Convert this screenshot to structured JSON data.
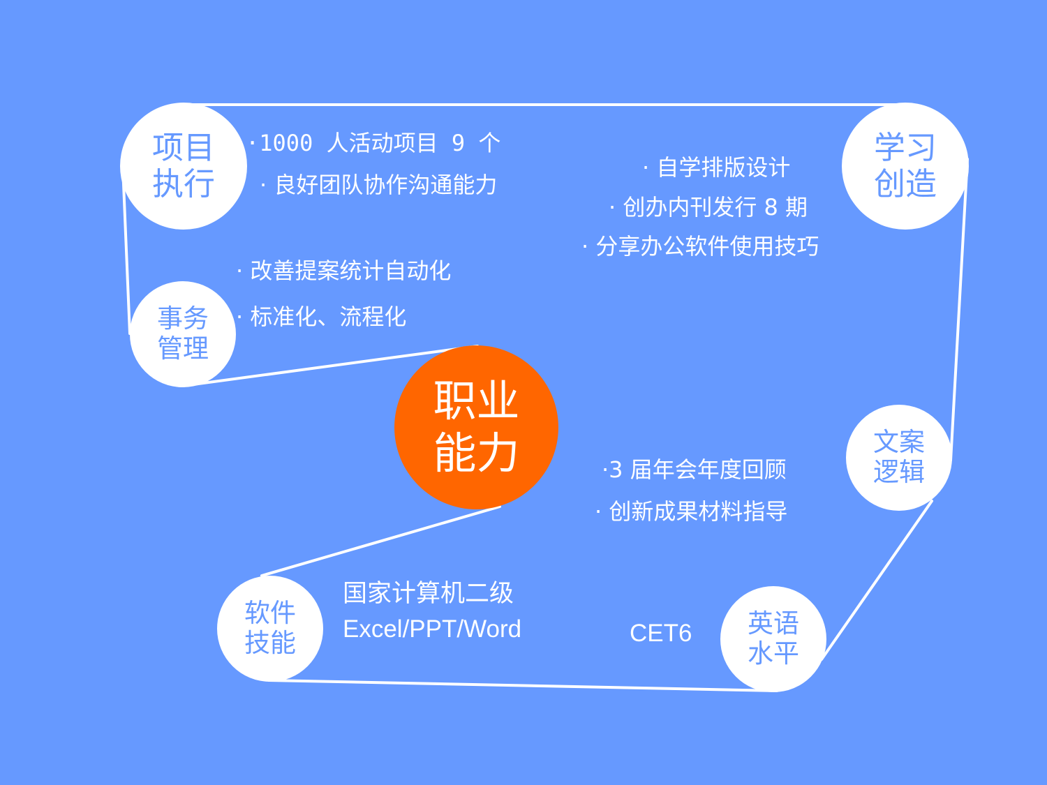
{
  "colors": {
    "background": "#6699ff",
    "node_fill": "#ffffff",
    "node_text": "#6699ff",
    "center_fill": "#ff6600",
    "text": "#ffffff"
  },
  "center": {
    "line1": "职业",
    "line2": "能力"
  },
  "nodes": {
    "project": {
      "line1": "项目",
      "line2": "执行"
    },
    "affairs": {
      "line1": "事务",
      "line2": "管理"
    },
    "learning": {
      "line1": "学习",
      "line2": "创造"
    },
    "copywriting": {
      "line1": "文案",
      "line2": "逻辑"
    },
    "english": {
      "line1": "英语",
      "line2": "水平"
    },
    "software": {
      "line1": "软件",
      "line2": "技能"
    }
  },
  "bullets": {
    "project": [
      "·1000 人活动项目 9 个",
      "· 良好团队协作沟通能力"
    ],
    "affairs": [
      "· 改善提案统计自动化",
      "· 标准化、流程化"
    ],
    "learning": [
      "· 自学排版设计",
      "· 创办内刊发行 8 期",
      "· 分享办公软件使用技巧"
    ],
    "copywriting": [
      "·3 届年会年度回顾",
      "· 创新成果材料指导"
    ],
    "software": [
      "国家计算机二级",
      "Excel/PPT/Word"
    ],
    "english": [
      "CET6"
    ]
  }
}
